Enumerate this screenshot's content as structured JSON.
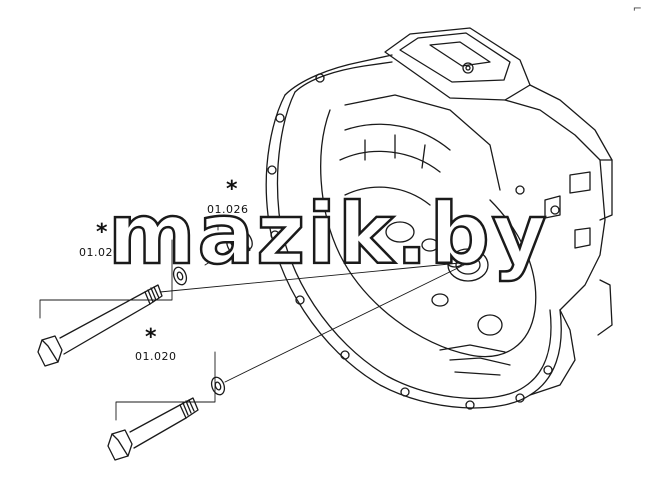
{
  "callouts": [
    {
      "label": "01.026",
      "marker": "*"
    },
    {
      "label": "01.026",
      "marker": "*"
    },
    {
      "label": "01.020",
      "marker": "*"
    }
  ],
  "watermark": "mazik.by",
  "corner_mark": "⌐"
}
